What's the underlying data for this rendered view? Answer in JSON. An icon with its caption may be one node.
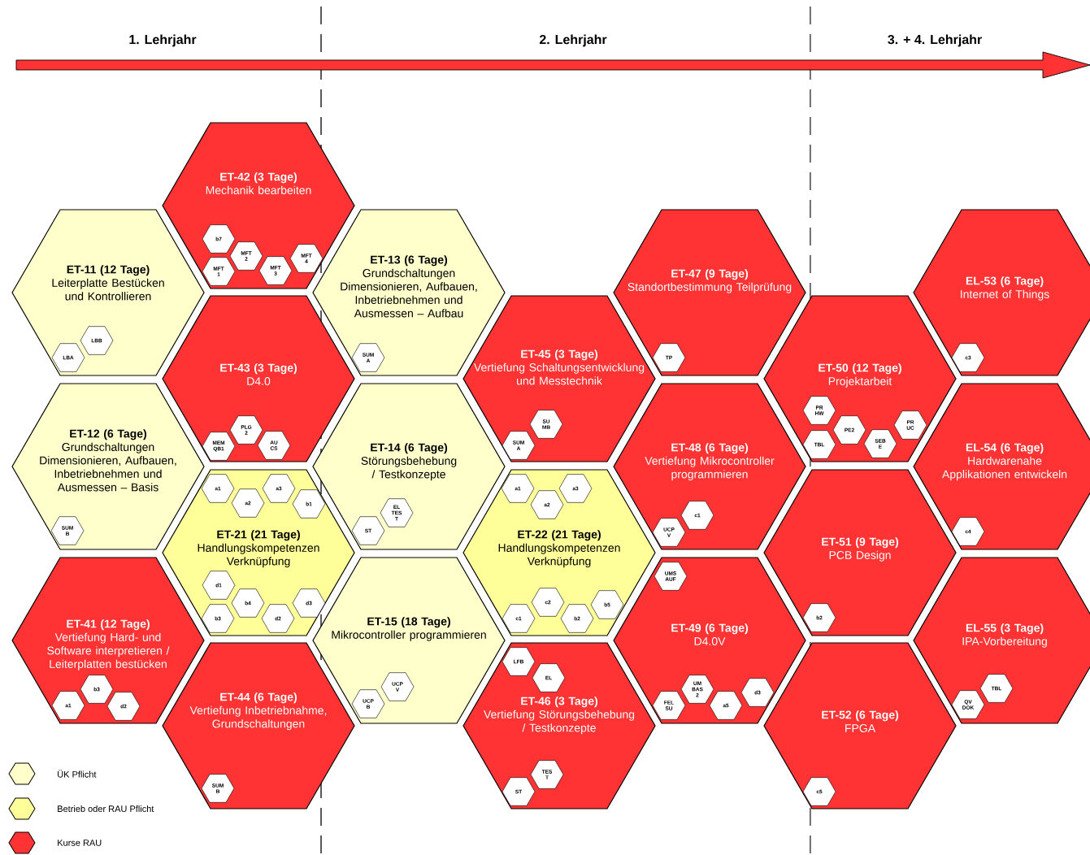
{
  "diagram": {
    "nodes": [
      {
        "text": [
          "ET-11 (12 Tage)",
          "Leiterplatte Bestücken und Kontrollieren"
        ]
      },
      {
        "text": [
          "LBB"
        ],
        "in": 0
      },
      {
        "text": [
          "LBA"
        ],
        "in": 0
      },
      {
        "text": [
          "ET-12 (6 Tage)",
          "Grundschaltungen Dimensionieren, Aufbauen, Inbetriebnehmen und Ausmessen – Basis"
        ]
      },
      {
        "text": [
          "SUM B"
        ],
        "in": 3
      },
      {
        "text": [
          "ET-41 (12 Tage)",
          "Vertiefung Hard- und Software interpretieren / Leiterplatten bestücken"
        ]
      },
      {
        "text": [
          "b3"
        ],
        "in": 5
      },
      {
        "text": [
          "a1"
        ],
        "in": 5
      },
      {
        "text": [
          "d2"
        ],
        "in": 5
      },
      {
        "text": [
          "ET-42 (3 Tage)",
          "Mechanik bearbeiten"
        ]
      },
      {
        "text": [
          "b7"
        ],
        "in": 9
      },
      {
        "text": [
          "MFT 2"
        ],
        "in": 9
      },
      {
        "text": [
          "MFT 1"
        ],
        "in": 9
      },
      {
        "text": [
          "MFT 3"
        ],
        "in": 9
      },
      {
        "text": [
          "MFT 4"
        ],
        "in": 9
      },
      {
        "text": [
          "ET-43 (3 Tage)",
          "D4.0"
        ]
      },
      {
        "text": [
          "PLG 2"
        ],
        "in": 15
      },
      {
        "text": [
          "MEM QB1"
        ],
        "in": 15
      },
      {
        "text": [
          "AU CS"
        ],
        "in": 15
      },
      {
        "text": [
          "ET-21 (21 Tage)",
          "Handlungskompetenzen Verknüpfung"
        ]
      },
      {
        "text": [
          "a1"
        ],
        "in": 19
      },
      {
        "text": [
          "a2"
        ],
        "in": 19
      },
      {
        "text": [
          "a3"
        ],
        "in": 19
      },
      {
        "text": [
          "b1"
        ],
        "in": 19
      },
      {
        "text": [
          "d1"
        ],
        "in": 19
      },
      {
        "text": [
          "b4"
        ],
        "in": 19
      },
      {
        "text": [
          "d3"
        ],
        "in": 19
      },
      {
        "text": [
          "b3"
        ],
        "in": 19
      },
      {
        "text": [
          "d2"
        ],
        "in": 19
      },
      {
        "text": [
          "ET-44 (6 Tage)",
          "Vertiefung Inbetriebnahme, Grundschaltungen"
        ]
      },
      {
        "text": [
          "SUM B"
        ],
        "in": 29
      },
      {
        "text": [
          "ET-13 (6 Tage)",
          "Grundschaltungen Dimensionieren, Aufbauen, Inbetriebnehmen und Ausmessen – Aufbau"
        ]
      },
      {
        "text": [
          "SUM A"
        ],
        "in": 31
      },
      {
        "text": [
          "ET-14 (6 Tage)",
          "Störungsbehebung / Testkonzepte"
        ]
      },
      {
        "text": [
          "EL TES T"
        ],
        "in": 33
      },
      {
        "text": [
          "ST"
        ],
        "in": 33
      },
      {
        "text": [
          "ET-15 (18 Tage)",
          "Mikrocontroller programmieren"
        ]
      },
      {
        "text": [
          "UCP V"
        ],
        "in": 36
      },
      {
        "text": [
          "UCP B"
        ],
        "in": 36
      },
      {
        "text": [
          "ET-45 (3 Tage)",
          "Vertiefung Schaltungsentwicklung und Messtechnik"
        ]
      },
      {
        "text": [
          "SU MB"
        ],
        "in": 39
      },
      {
        "text": [
          "SUM A"
        ],
        "in": 39
      },
      {
        "text": [
          "ET-22 (21 Tage)",
          "Handlungskompetenzen Verknüpfung"
        ]
      },
      {
        "text": [
          "a1"
        ],
        "in": 42
      },
      {
        "text": [
          "a3"
        ],
        "in": 42
      },
      {
        "text": [
          "a2"
        ],
        "in": 42
      },
      {
        "text": [
          "c2"
        ],
        "in": 42
      },
      {
        "text": [
          "b5"
        ],
        "in": 42
      },
      {
        "text": [
          "c1"
        ],
        "in": 42
      },
      {
        "text": [
          "b2"
        ],
        "in": 42
      },
      {
        "text": [
          "ET-46 (3 Tage)",
          "Vertiefung Störungsbehebung / Testkonzepte"
        ]
      },
      {
        "text": [
          "LFB"
        ],
        "in": 50
      },
      {
        "text": [
          "EL"
        ],
        "in": 50
      },
      {
        "text": [
          "TES T"
        ],
        "in": 50
      },
      {
        "text": [
          "ST"
        ],
        "in": 50
      },
      {
        "text": [
          "ET-47 (9 Tage)",
          "Standortbestimmung Teilprüfung"
        ]
      },
      {
        "text": [
          "TP"
        ],
        "in": 55
      },
      {
        "text": [
          "ET-48 (6 Tage)",
          "Vertiefung Mikrocontroller programmieren"
        ]
      },
      {
        "text": [
          "c1"
        ],
        "in": 57
      },
      {
        "text": [
          "UCP V"
        ],
        "in": 57
      },
      {
        "text": [
          "ET-49 (6 Tage)",
          "D4.0V"
        ]
      },
      {
        "text": [
          "UMS AUF"
        ],
        "in": 60
      },
      {
        "text": [
          "UM BAS 2"
        ],
        "in": 60
      },
      {
        "text": [
          "d3"
        ],
        "in": 60
      },
      {
        "text": [
          "FEL SU"
        ],
        "in": 60
      },
      {
        "text": [
          "a5"
        ],
        "in": 60
      },
      {
        "text": [
          "ET-50 (12 Tage)",
          "Projektarbeit"
        ]
      },
      {
        "text": [
          "PR HW"
        ],
        "in": 66
      },
      {
        "text": [
          "PE2"
        ],
        "in": 66
      },
      {
        "text": [
          "PR UC"
        ],
        "in": 66
      },
      {
        "text": [
          "TBL"
        ],
        "in": 66
      },
      {
        "text": [
          "SEB E"
        ],
        "in": 66
      },
      {
        "text": [
          "ET-51 (9 Tage)",
          "PCB Design"
        ]
      },
      {
        "text": [
          "b2"
        ],
        "in": 72
      },
      {
        "text": [
          "ET-52 (6 Tage)",
          "FPGA"
        ]
      },
      {
        "text": [
          "c5"
        ],
        "in": 74
      },
      {
        "text": [
          "EL-53 (6 Tage)",
          "Internet of Things"
        ]
      },
      {
        "text": [
          "c3"
        ],
        "in": 76
      },
      {
        "text": [
          "EL-54 (6 Tage)",
          "Hardwarenahe Applikationen entwickeln"
        ]
      },
      {
        "text": [
          "c4"
        ],
        "in": 78
      },
      {
        "text": [
          "EL-55 (3 Tage)",
          "IPA-Vorbereitung"
        ]
      },
      {
        "text": [
          "TBL"
        ],
        "in": 80
      },
      {
        "text": [
          "QV DOK"
        ],
        "in": 80
      }
    ],
    "labels": [
      "1. Lehrjahr",
      "2. Lehrjahr",
      "3. + 4. Lehrjahr"
    ],
    "legend": [
      {
        "text": "ÜK Pflicht",
        "color": "#ffffcc"
      },
      {
        "text": "Betrieb oder RAU Pflicht",
        "color": "#ffff99"
      },
      {
        "text": "Kurse RAU",
        "color": "#ff3333"
      }
    ]
  }
}
